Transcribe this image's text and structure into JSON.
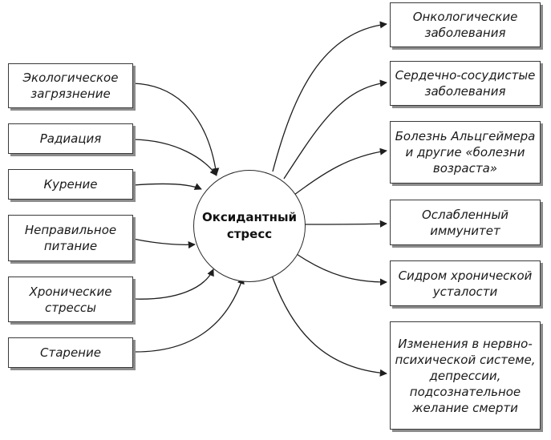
{
  "center": {
    "label": "Оксидантный\nстресс"
  },
  "causes": [
    {
      "label": "Экологическое\nзагрязнение"
    },
    {
      "label": "Радиация"
    },
    {
      "label": "Курение"
    },
    {
      "label": "Неправильное\nпитание"
    },
    {
      "label": "Хронические\nстрессы"
    },
    {
      "label": "Старение"
    }
  ],
  "effects": [
    {
      "label": "Онкологические\nзаболевания"
    },
    {
      "label": "Сердечно-сосудистые\nзаболевания"
    },
    {
      "label": "Болезнь Альцгеймера\nи другие «болезни\nвозраста»"
    },
    {
      "label": "Ослабленный\nиммунитет"
    },
    {
      "label": "Сидром хронической\nусталости"
    },
    {
      "label": "Изменения в нервно-\nпсихической системе,\nдепрессии,\nподсознательное\nжелание смерти"
    }
  ]
}
